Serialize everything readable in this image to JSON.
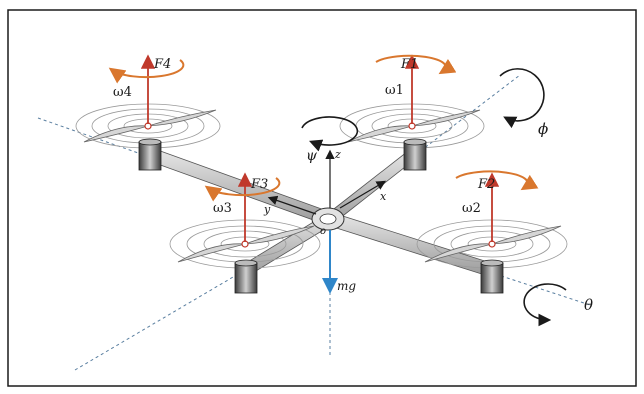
{
  "diagram": {
    "labels": {
      "f4": "F4",
      "f1": "F1",
      "f3": "F3",
      "f2": "F2",
      "w4": "ω4",
      "w1": "ω1",
      "w3": "ω3",
      "w2": "ω2",
      "psi": "ψ",
      "phi": "ϕ",
      "theta": "θ",
      "z": "z",
      "y": "y",
      "x": "x",
      "o": "o",
      "mg": "mg"
    },
    "colors": {
      "thrust": "#c0392b",
      "rotation": "#d9772e",
      "gravity": "#2f86c9",
      "frame": "#1a1a1a",
      "arm": "#cfcfcf",
      "axis": "#5a7fa0"
    }
  }
}
